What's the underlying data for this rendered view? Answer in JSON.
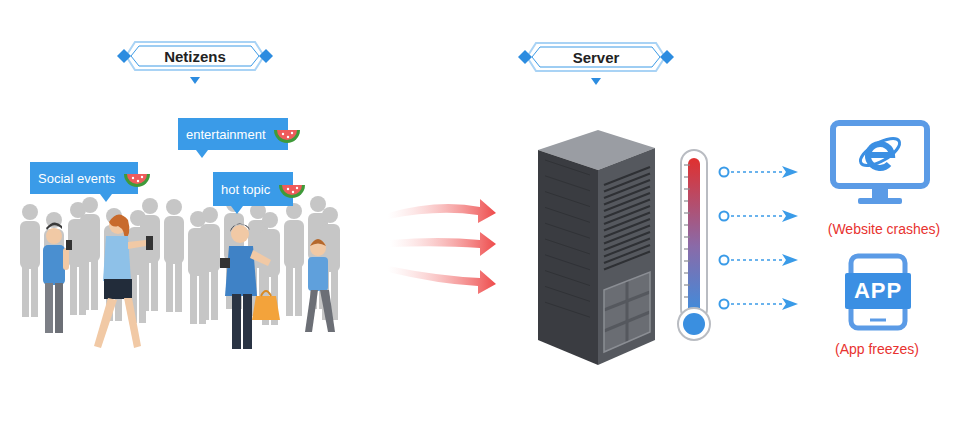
{
  "diagram": {
    "nodes": [
      {
        "text": [
          "Netizens"
        ]
      },
      {
        "text": [
          "entertainment"
        ]
      },
      {
        "text": [
          "Social events"
        ]
      },
      {
        "text": [
          "hot topic"
        ]
      },
      {
        "text": [
          "Server"
        ]
      },
      {
        "text": [
          "APP"
        ]
      }
    ],
    "labels": [
      "(Website crashes)",
      "(App freezes)"
    ]
  }
}
